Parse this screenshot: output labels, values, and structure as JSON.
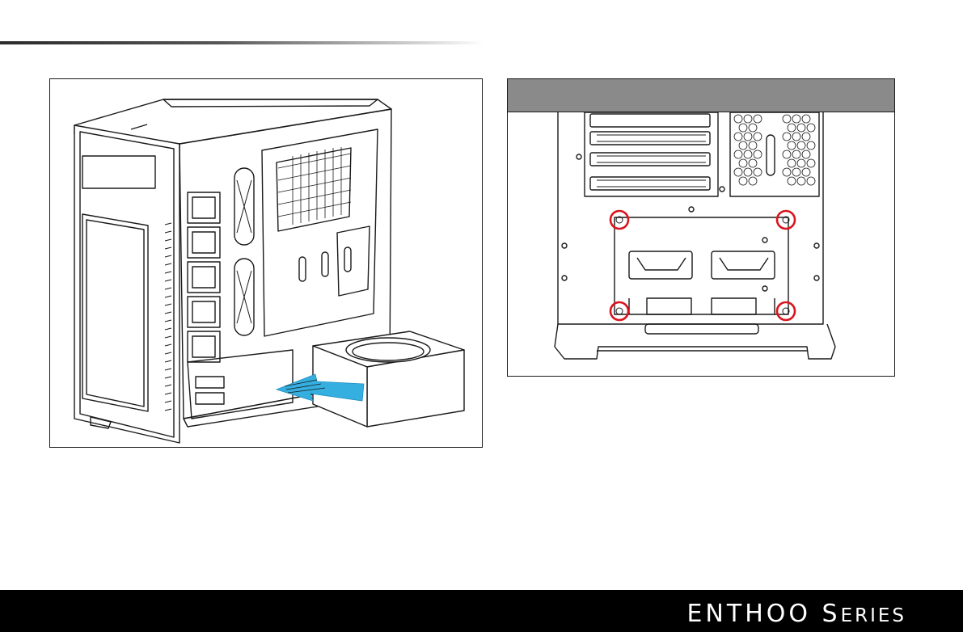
{
  "illustrations": {
    "left": {
      "icon": "psu-installation-diagram",
      "arrow_color": "#35aee0"
    },
    "right": {
      "icon": "psu-mounting-screws-diagram",
      "highlight_color": "#d9151e",
      "header_color": "#8a8a8a"
    }
  },
  "footer": {
    "brand_main": "ENTHOO S",
    "brand_small": "ERIES"
  }
}
